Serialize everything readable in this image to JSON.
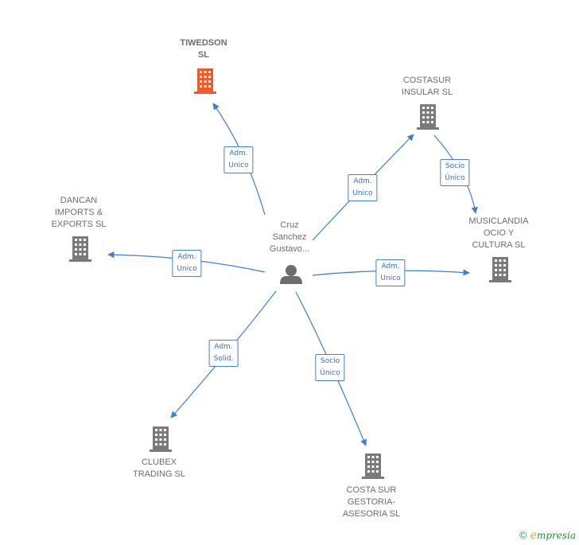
{
  "center": {
    "name": "Cruz\nSanchez\nGustavo...",
    "icon": "person-icon"
  },
  "nodes": [
    {
      "id": "tiwedson",
      "label": "TIWEDSON\nSL",
      "highlight": true,
      "icon": "building-icon"
    },
    {
      "id": "costasur",
      "label": "COSTASUR\nINSULAR  SL",
      "highlight": false,
      "icon": "building-icon"
    },
    {
      "id": "musiclandia",
      "label": "MUSICLANDIA\nOCIO Y\nCULTURA  SL",
      "highlight": false,
      "icon": "building-icon"
    },
    {
      "id": "dancan",
      "label": "DANCAN\nIMPORTS &\nEXPORTS  SL",
      "highlight": false,
      "icon": "building-icon"
    },
    {
      "id": "clubex",
      "label": "CLUBEX\nTRADING  SL",
      "highlight": false,
      "icon": "building-icon"
    },
    {
      "id": "costasur_gestoria",
      "label": "COSTA SUR\nGESTORIA-\nASESORIA  SL",
      "highlight": false,
      "icon": "building-icon"
    }
  ],
  "edges": [
    {
      "id": "e1",
      "label": "Adm.\nUnico"
    },
    {
      "id": "e2",
      "label": "Adm.\nUnico"
    },
    {
      "id": "e3",
      "label": "Socio\nÚnico"
    },
    {
      "id": "e4",
      "label": "Adm.\nUnico"
    },
    {
      "id": "e5",
      "label": "Adm.\nUnico"
    },
    {
      "id": "e6",
      "label": "Adm.\nSolid."
    },
    {
      "id": "e7",
      "label": "Socio\nÚnico"
    }
  ],
  "colors": {
    "edge": "#3f7fcf",
    "node": "#7a7a7a",
    "highlight": "#f05a28",
    "person": "#6d6d6d"
  },
  "brand": {
    "copyright": "©",
    "initial": "e",
    "name": "mpresia"
  }
}
